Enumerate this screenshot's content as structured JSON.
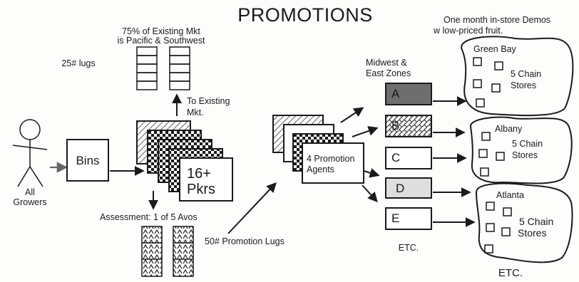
{
  "title": "PROMOTIONS",
  "growers": {
    "line1": "All",
    "line2": "Growers"
  },
  "bins": "Bins",
  "packers": {
    "line1": "16+",
    "line2": "Pkrs"
  },
  "existing_market": {
    "line1": "75% of Existing Mkt",
    "line2": "is Pacific & Southwest",
    "lugs_label": "25# lugs",
    "arrow_line1": "To Existing",
    "arrow_line2": "Mkt."
  },
  "assessment": "Assessment: 1 of 5 Avos",
  "promotion_lugs": "50# Promotion Lugs",
  "agents": {
    "line1": "4 Promotion",
    "line2": "Agents"
  },
  "zones": {
    "line1": "Midwest &",
    "line2": "East Zones"
  },
  "zone_letters": [
    "A",
    "B",
    "C",
    "D",
    "E"
  ],
  "zones_etc": "ETC.",
  "demos": {
    "line1": "One month in-store Demos",
    "line2": "w  low-priced fruit."
  },
  "cities": [
    {
      "name": "Green Bay",
      "line1": "5 Chain",
      "line2": "Stores"
    },
    {
      "name": "Albany",
      "line1": "5 Chain",
      "line2": "Stores"
    },
    {
      "name": "Atlanta",
      "line1": "5 Chain",
      "line2": "Stores"
    }
  ],
  "cities_etc": "ETC.",
  "colors": {
    "ink": "#1a1a1a",
    "paper": "#fdfdfb",
    "zone_a": "#6e6e6e",
    "zone_d": "#dedede"
  }
}
